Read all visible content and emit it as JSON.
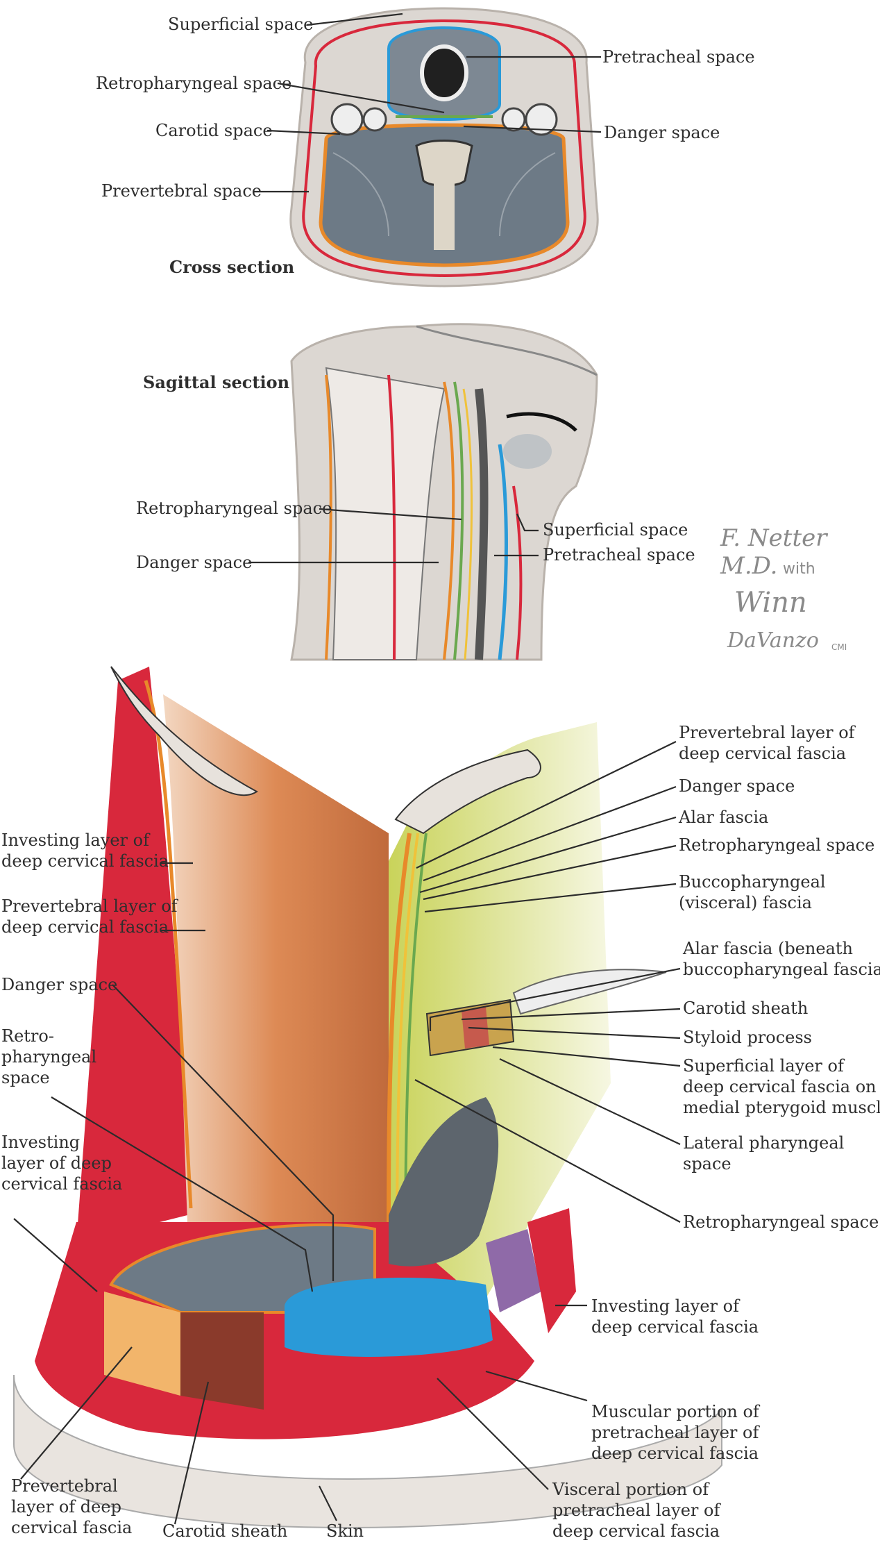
{
  "cross_section": {
    "title": "Cross section",
    "labels": {
      "superficial": "Superficial space",
      "pretracheal": "Pretracheal space",
      "retropharyngeal": "Retropharyngeal space",
      "carotid": "Carotid space",
      "danger": "Danger space",
      "prevertebral": "Prevertebral space"
    }
  },
  "sagittal_section": {
    "title": "Sagittal section",
    "labels": {
      "retropharyngeal": "Retropharyngeal space",
      "danger": "Danger space",
      "superficial": "Superficial space",
      "pretracheal": "Pretracheal space"
    }
  },
  "signature": {
    "artist": "F. Netter M.D.",
    "with": "with",
    "coartist1": "Winn",
    "coartist2": "DaVanzo",
    "credential": "CMI"
  },
  "lower_diagram": {
    "left_labels": [
      "Investing layer of deep cervical fascia",
      "Prevertebral layer of deep cervical fascia",
      "Danger space",
      "Retro- pharyngeal space",
      "Investing layer of deep cervical fascia"
    ],
    "left_label_lines": {
      "investing_top": [
        "Investing layer of",
        "deep cervical fascia"
      ],
      "prevertebral_top": [
        "Prevertebral layer of",
        "deep cervical fascia"
      ],
      "danger": [
        "Danger space"
      ],
      "retro": [
        "Retro-",
        "pharyngeal",
        "space"
      ],
      "investing_low": [
        "Investing",
        "layer of deep",
        "cervical fascia"
      ]
    },
    "right_label_lines": {
      "prevertebral": [
        "Prevertebral layer of",
        "deep cervical fascia"
      ],
      "danger": [
        "Danger space"
      ],
      "alar": [
        "Alar fascia"
      ],
      "retropharyngeal": [
        "Retropharyngeal space"
      ],
      "buccopharyngeal": [
        "Buccopharyngeal",
        "(visceral) fascia"
      ],
      "alar_beneath": [
        "Alar fascia (beneath",
        "buccopharyngeal fascia)"
      ],
      "carotid_sheath": [
        "Carotid sheath"
      ],
      "styloid": [
        "Styloid process"
      ],
      "superficial_layer": [
        "Superficial layer of",
        "deep cervical fascia on",
        "medial pterygoid muscle"
      ],
      "lateral_pharyngeal": [
        "Lateral pharyngeal",
        "space"
      ],
      "retropharyngeal2": [
        "Retropharyngeal  space"
      ],
      "investing": [
        "Investing layer of",
        "deep cervical fascia"
      ],
      "muscular": [
        "Muscular portion of",
        "pretracheal layer of",
        "deep cervical fascia"
      ],
      "visceral": [
        "Visceral portion of",
        "pretracheal layer of",
        "deep cervical fascia"
      ]
    },
    "bottom_label_lines": {
      "prevertebral": [
        "Prevertebral",
        "layer of deep",
        "cervical fascia"
      ],
      "carotid": [
        "Carotid sheath"
      ],
      "skin": [
        "Skin"
      ]
    }
  },
  "colors": {
    "investing_red": "#d8283c",
    "prevertebral_orange": "#e8892a",
    "pretracheal_blue": "#2a9ad8",
    "visceral_green": "#6aa84f",
    "muscle_gray": "#6d7a86",
    "skin": "#e9e4df"
  }
}
